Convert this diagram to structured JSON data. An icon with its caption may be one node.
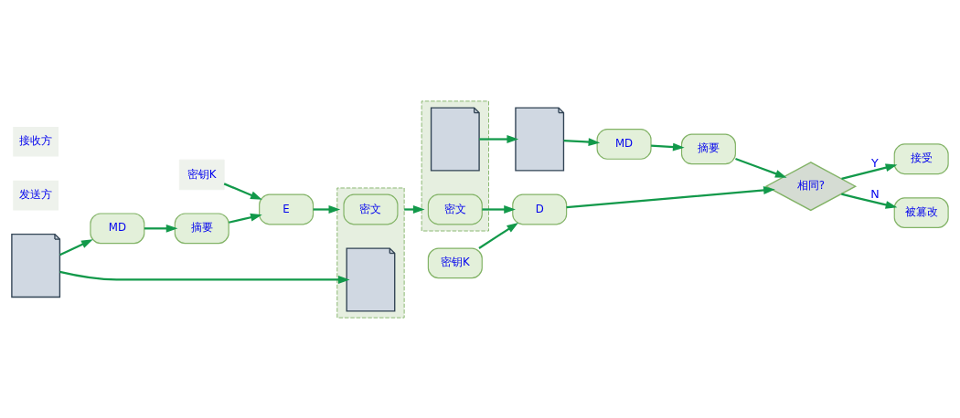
{
  "diagram": {
    "nodes": [
      {
        "text": [],
        "shape": "document"
      },
      {
        "text": [
          "MD"
        ]
      },
      {
        "text": [
          "摘要"
        ]
      },
      {
        "text": [
          "E"
        ]
      },
      {
        "text": [
          "密钥K"
        ]
      },
      {
        "text": [],
        "shape": "box"
      },
      {
        "text": [
          "密文"
        ],
        "in": 5
      },
      {
        "text": [],
        "shape": "document",
        "in": 5
      },
      {
        "text": [],
        "shape": "box"
      },
      {
        "text": [
          "密文"
        ],
        "in": 8
      },
      {
        "text": [],
        "shape": "document",
        "in": 8
      },
      {
        "text": [
          "D"
        ]
      },
      {
        "text": [
          "密钥K"
        ]
      },
      {
        "text": [],
        "shape": "document"
      },
      {
        "text": [
          "MD"
        ]
      },
      {
        "text": [
          "摘要"
        ]
      },
      {
        "text": [
          "相同?"
        ]
      },
      {
        "text": [
          "接受"
        ]
      },
      {
        "text": [
          "被篡改"
        ]
      }
    ],
    "edges": [
      {
        "from": 0,
        "to": 1,
        "arrow": "to"
      },
      {
        "from": 1,
        "to": 2,
        "arrow": "to"
      },
      {
        "from": 2,
        "to": 3,
        "arrow": "to"
      },
      {
        "from": 4,
        "to": 3,
        "arrow": "to"
      },
      {
        "from": 3,
        "to": 5,
        "arrow": "to"
      },
      {
        "from": 0,
        "to": 7,
        "arrow": "to"
      },
      {
        "from": 5,
        "to": 8,
        "arrow": "to"
      },
      {
        "from": 10,
        "to": 13,
        "arrow": "to"
      },
      {
        "from": 9,
        "to": 11,
        "arrow": "to"
      },
      {
        "from": 12,
        "to": 11,
        "arrow": "to"
      },
      {
        "from": 11,
        "to": 16,
        "arrow": "to"
      },
      {
        "from": 13,
        "to": 14,
        "arrow": "to"
      },
      {
        "from": 14,
        "to": 15,
        "arrow": "to"
      },
      {
        "from": 15,
        "to": 16,
        "arrow": "to"
      },
      {
        "from": 16,
        "to": 17,
        "label": "Y",
        "arrow": "to"
      },
      {
        "from": 16,
        "to": 18,
        "label": "N",
        "arrow": "to"
      }
    ],
    "labels": [
      "发送方",
      "接收方"
    ]
  }
}
